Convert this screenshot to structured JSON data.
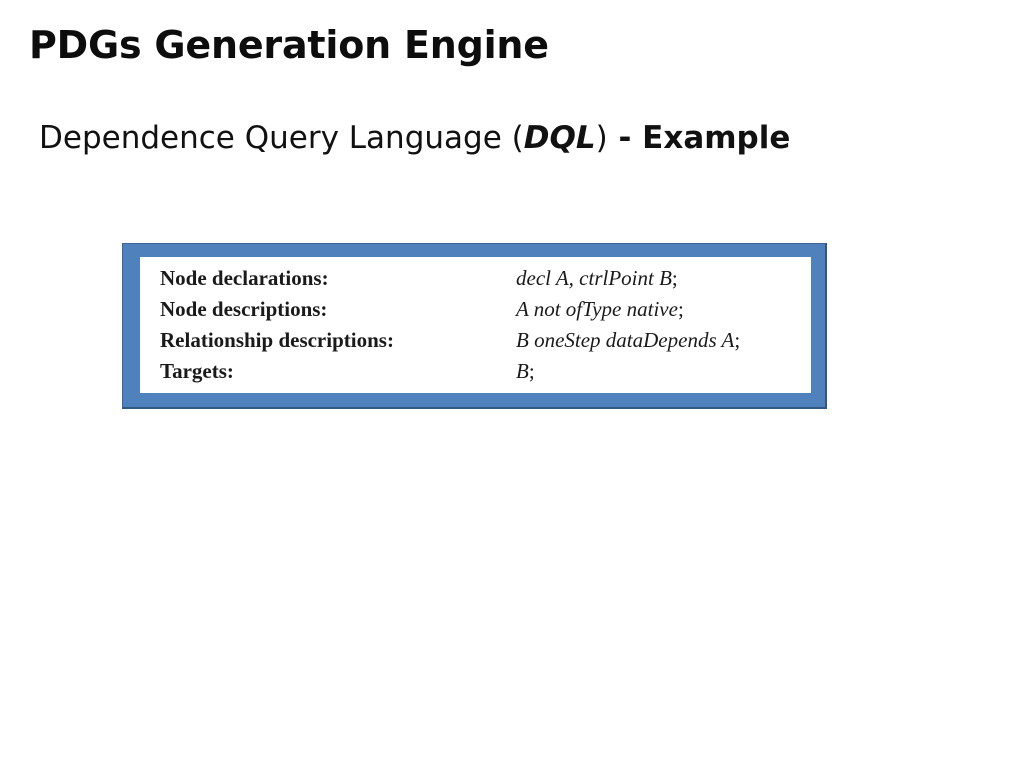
{
  "slide": {
    "title": "PDGs Generation Engine",
    "subtitle": {
      "lead": "Dependence Query Language ",
      "open_paren": "(",
      "acronym": "DQL",
      "close_paren": ")",
      "separator": " - ",
      "emphasis": "Example",
      "full_text": "Dependence Query Language (DQL) - Example"
    },
    "example_box": {
      "border_color": "#4f81bd",
      "background_color": "#ffffff",
      "rows": [
        {
          "label": "Node declarations:",
          "value": "decl A, ctrlPoint B",
          "terminator": ";"
        },
        {
          "label": "Node descriptions:",
          "value": "A not ofType native",
          "terminator": ";"
        },
        {
          "label": "Relationship descriptions:",
          "value": "B oneStep dataDepends A",
          "terminator": ";"
        },
        {
          "label": "Targets:",
          "value": "B",
          "terminator": ";"
        }
      ]
    }
  }
}
